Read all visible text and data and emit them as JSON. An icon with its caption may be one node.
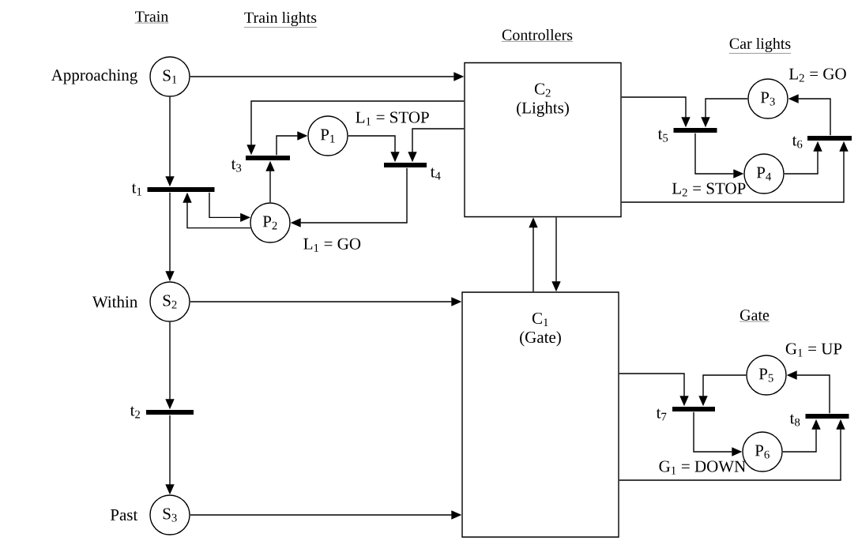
{
  "diagram": {
    "nodes": [
      {
        "text": [
          "S$_{1}$"
        ],
        "beside": [
          "Approaching"
        ]
      },
      {
        "text": [
          "S$_{2}$"
        ],
        "beside": [
          "Within"
        ]
      },
      {
        "text": [
          "S$_{3}$"
        ],
        "beside": [
          "Past"
        ]
      },
      {
        "text": [],
        "shape": "bar",
        "beside": [
          "t$_{1}$"
        ]
      },
      {
        "text": [],
        "shape": "bar",
        "beside": [
          "t$_{2}$"
        ]
      },
      {
        "text": [
          "P$_{1}$"
        ],
        "beside": [
          "L$_{1}$ = STOP"
        ]
      },
      {
        "text": [
          "P$_{2}$"
        ],
        "beside": [
          "L$_{1}$ = GO"
        ]
      },
      {
        "text": [],
        "shape": "bar",
        "beside": [
          "t$_{3}$"
        ]
      },
      {
        "text": [],
        "shape": "bar",
        "beside": [
          "t$_{4}$"
        ]
      },
      {
        "text": [
          "C$_{2}$",
          "(Lights)"
        ]
      },
      {
        "text": [
          "C$_{1}$",
          "(Gate)"
        ]
      },
      {
        "text": [
          "P$_{3}$"
        ],
        "beside": [
          "L$_{2}$ = GO"
        ]
      },
      {
        "text": [
          "P$_{4}$"
        ],
        "beside": [
          "L$_{2}$ = STOP"
        ]
      },
      {
        "text": [],
        "shape": "bar",
        "beside": [
          "t$_{5}$"
        ]
      },
      {
        "text": [],
        "shape": "bar",
        "beside": [
          "t$_{6}$"
        ]
      },
      {
        "text": [
          "P$_{5}$"
        ],
        "beside": [
          "G$_{1}$ = UP"
        ]
      },
      {
        "text": [
          "P$_{6}$"
        ],
        "beside": [
          "G$_{1}$ = DOWN"
        ]
      },
      {
        "text": [],
        "shape": "bar",
        "beside": [
          "t$_{7}$"
        ]
      },
      {
        "text": [],
        "shape": "bar",
        "beside": [
          "t$_{8}$"
        ]
      }
    ],
    "edges": [
      {
        "from": 0,
        "to": 9,
        "arrow": "to"
      },
      {
        "from": 0,
        "to": 3,
        "arrow": "to"
      },
      {
        "from": 3,
        "to": 1,
        "arrow": "to"
      },
      {
        "from": 1,
        "to": 4,
        "arrow": "to"
      },
      {
        "from": 4,
        "to": 2,
        "arrow": "to"
      },
      {
        "from": 1,
        "to": 10,
        "arrow": "to"
      },
      {
        "from": 2,
        "to": 10,
        "arrow": "to"
      },
      {
        "from": 3,
        "to": 6,
        "arrow": "to"
      },
      {
        "from": 6,
        "to": 3,
        "arrow": "to"
      },
      {
        "from": 6,
        "to": 7,
        "arrow": "to"
      },
      {
        "from": 7,
        "to": 5,
        "arrow": "to"
      },
      {
        "from": 5,
        "to": 8,
        "arrow": "to"
      },
      {
        "from": 9,
        "to": 8,
        "arrow": "to"
      },
      {
        "from": 9,
        "to": 7,
        "arrow": "to"
      },
      {
        "from": 8,
        "to": 6,
        "arrow": "to"
      },
      {
        "from": 10,
        "to": 9,
        "arrow": "to"
      },
      {
        "from": 9,
        "to": 10,
        "arrow": "to"
      },
      {
        "from": 9,
        "to": 13,
        "arrow": "to"
      },
      {
        "from": 11,
        "to": 13,
        "arrow": "to"
      },
      {
        "from": 13,
        "to": 12,
        "arrow": "to"
      },
      {
        "from": 12,
        "to": 14,
        "arrow": "to"
      },
      {
        "from": 9,
        "to": 14,
        "arrow": "to"
      },
      {
        "from": 14,
        "to": 11,
        "arrow": "to"
      },
      {
        "from": 10,
        "to": 17,
        "arrow": "to"
      },
      {
        "from": 15,
        "to": 17,
        "arrow": "to"
      },
      {
        "from": 17,
        "to": 16,
        "arrow": "to"
      },
      {
        "from": 16,
        "to": 18,
        "arrow": "to"
      },
      {
        "from": 10,
        "to": 18,
        "arrow": "to"
      },
      {
        "from": 18,
        "to": 15,
        "arrow": "to"
      }
    ],
    "labels": [
      "Train",
      "Train lights",
      "Controllers",
      "Car lights",
      "Gate"
    ]
  }
}
